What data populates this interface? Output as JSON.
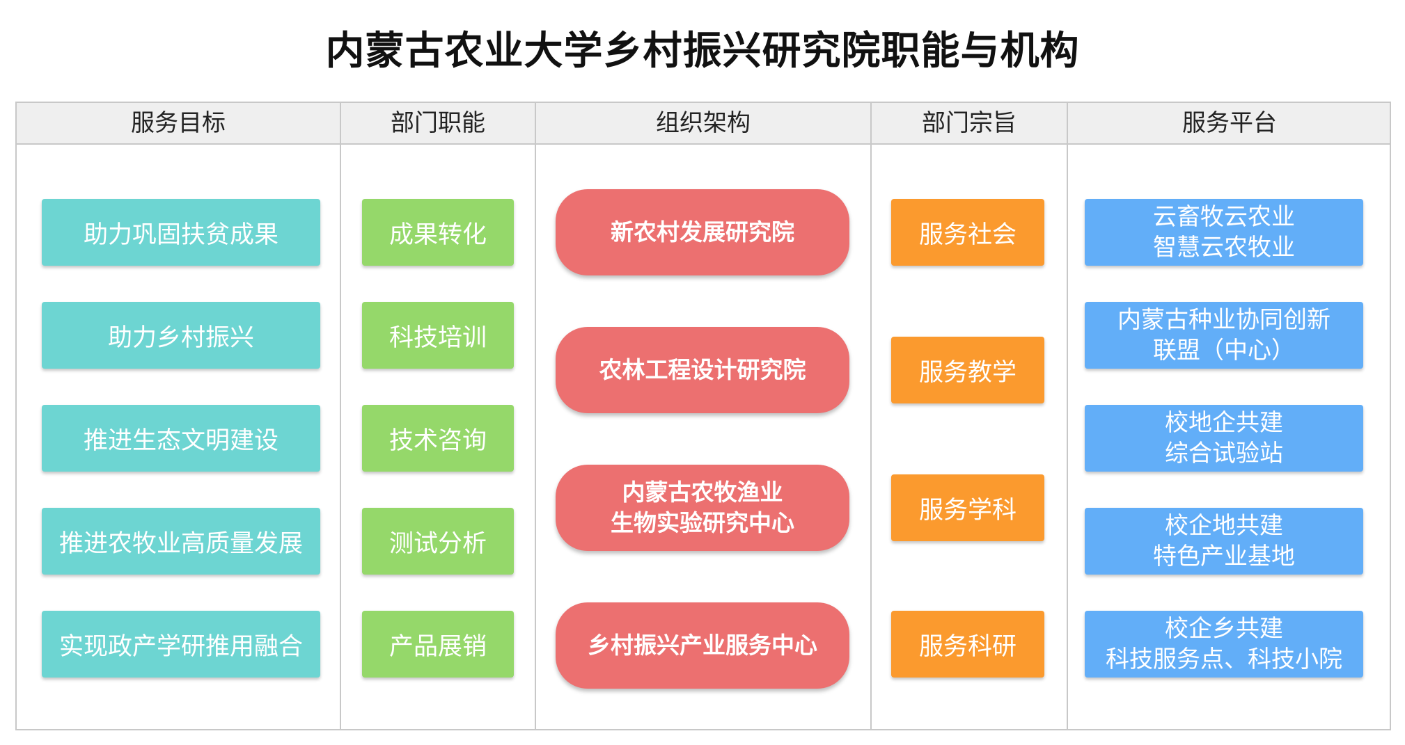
{
  "title": "内蒙古农业大学乡村振兴研究院职能与机构",
  "headers": {
    "goals": "服务目标",
    "functions": "部门职能",
    "organization": "组织架构",
    "purpose": "部门宗旨",
    "platform": "服务平台"
  },
  "goals": [
    "助力巩固扶贫成果",
    "助力乡村振兴",
    "推进生态文明建设",
    "推进农牧业高质量发展",
    "实现政产学研推用融合"
  ],
  "functions": [
    "成果转化",
    "科技培训",
    "技术咨询",
    "测试分析",
    "产品展销"
  ],
  "organization": [
    {
      "line1": "新农村发展研究院",
      "line2": ""
    },
    {
      "line1": "农林工程设计研究院",
      "line2": ""
    },
    {
      "line1": "内蒙古农牧渔业",
      "line2": "生物实验研究中心"
    },
    {
      "line1": "乡村振兴产业服务中心",
      "line2": ""
    }
  ],
  "purpose": [
    "服务社会",
    "服务教学",
    "服务学科",
    "服务科研"
  ],
  "platform": [
    {
      "line1": "云畜牧云农业",
      "line2": "智慧云农牧业"
    },
    {
      "line1": "内蒙古种业协同创新",
      "line2": "联盟（中心）"
    },
    {
      "line1": "校地企共建",
      "line2": "综合试验站"
    },
    {
      "line1": "校企地共建",
      "line2": "特色产业基地"
    },
    {
      "line1": "校企乡共建",
      "line2": "科技服务点、科技小院"
    }
  ],
  "colors": {
    "goals": "#6dd5d2",
    "functions": "#95d86a",
    "organization": "#ec7070",
    "purpose": "#fb9a2e",
    "platform": "#62aef8"
  }
}
